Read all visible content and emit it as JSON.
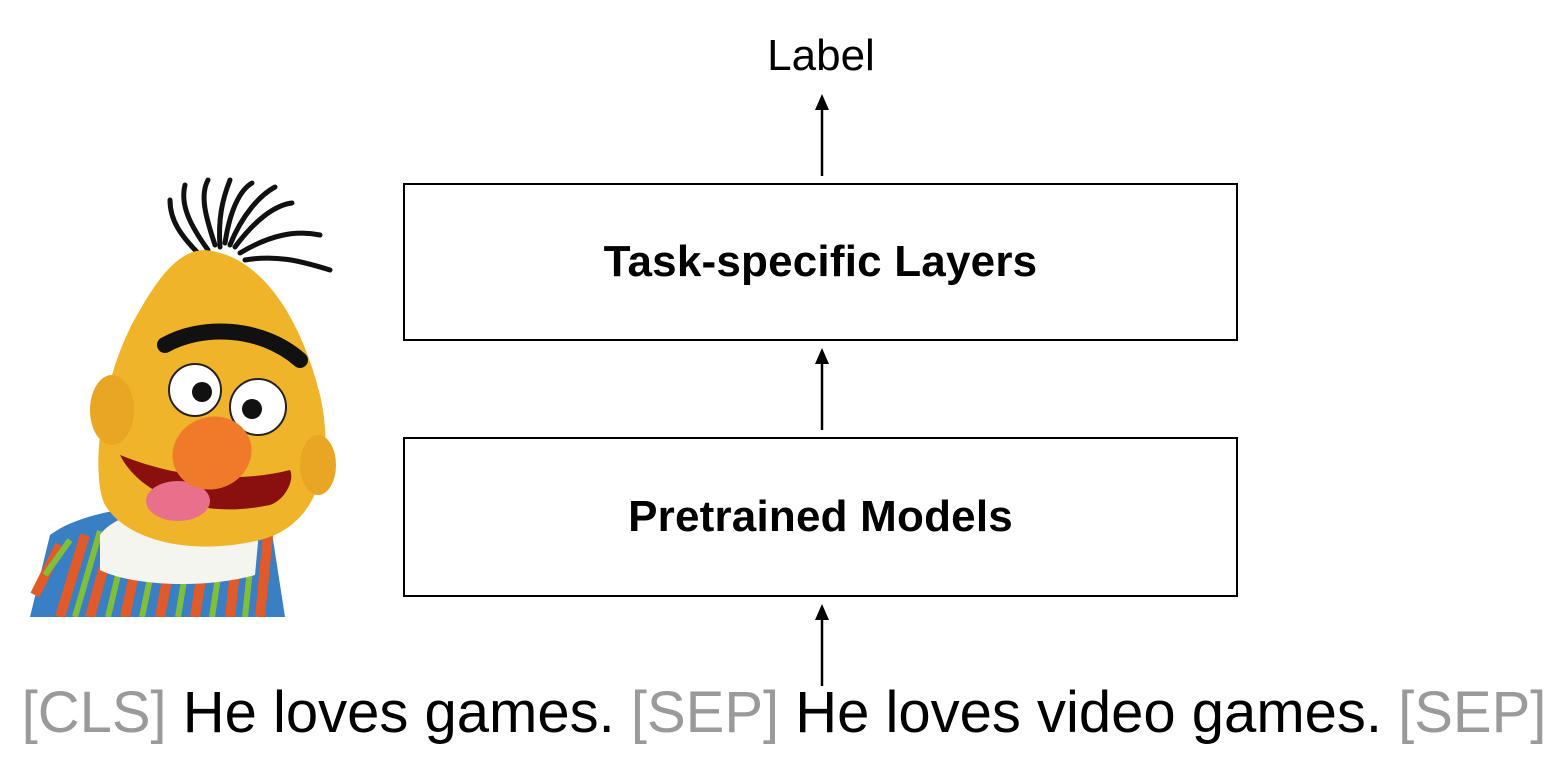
{
  "diagram": {
    "output_label": "Label",
    "boxes": {
      "task_layers": "Task-specific Layers",
      "pretrained": "Pretrained Models"
    },
    "input_tokens": [
      {
        "text": "[CLS]",
        "special": true
      },
      {
        "text": " He loves games. ",
        "special": false
      },
      {
        "text": "[SEP]",
        "special": true
      },
      {
        "text": " He loves video games. ",
        "special": false
      },
      {
        "text": "[SEP]",
        "special": true
      }
    ]
  },
  "colors": {
    "special_token": "#9a9a9a",
    "text": "#000000",
    "bert_skin": "#f0b42a",
    "bert_nose": "#f07a2a",
    "bert_hair": "#111111"
  }
}
